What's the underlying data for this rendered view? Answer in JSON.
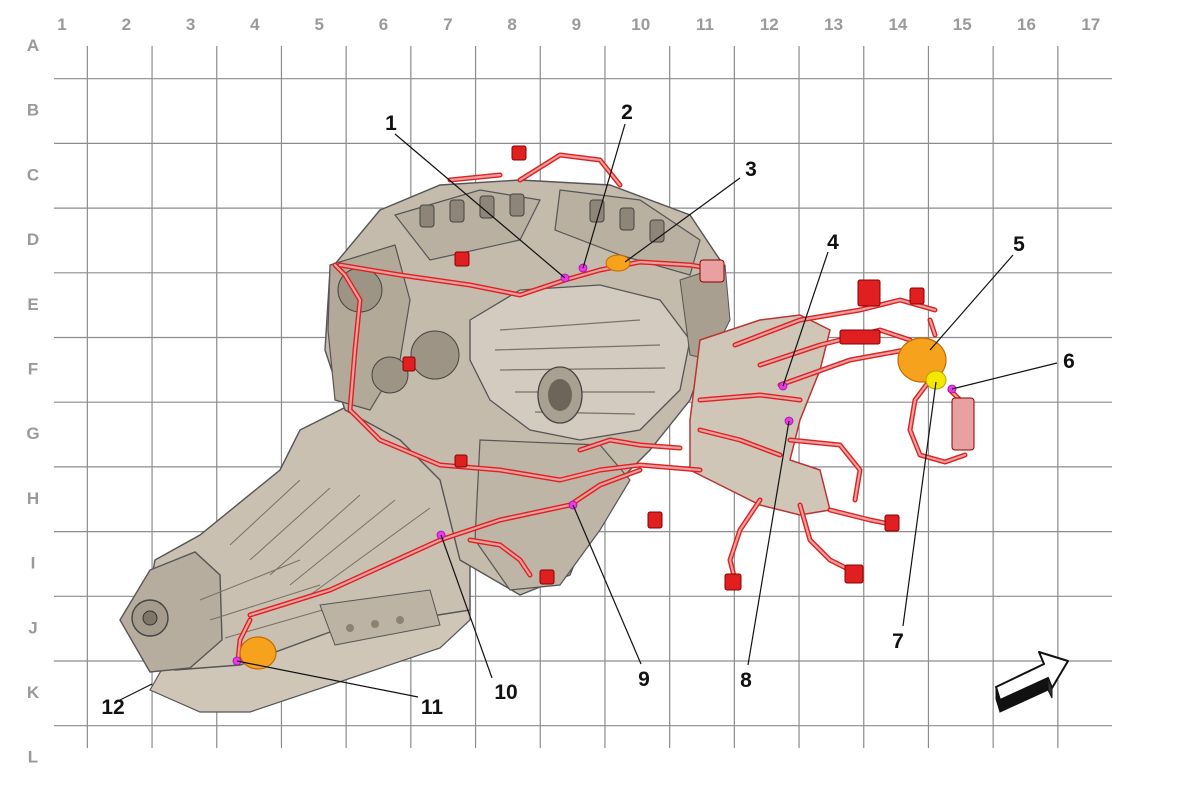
{
  "grid": {
    "columns": [
      "1",
      "2",
      "3",
      "4",
      "5",
      "6",
      "7",
      "8",
      "9",
      "10",
      "11",
      "12",
      "13",
      "14",
      "15",
      "16",
      "17"
    ],
    "rows": [
      "A",
      "B",
      "C",
      "D",
      "E",
      "F",
      "G",
      "H",
      "I",
      "J",
      "K",
      "L"
    ]
  },
  "callouts": [
    {
      "label": "1"
    },
    {
      "label": "2"
    },
    {
      "label": "3"
    },
    {
      "label": "4"
    },
    {
      "label": "5"
    },
    {
      "label": "6"
    },
    {
      "label": "7"
    },
    {
      "label": "8"
    },
    {
      "label": "9"
    },
    {
      "label": "10"
    },
    {
      "label": "11"
    },
    {
      "label": "12"
    }
  ],
  "colors": {
    "grid": "#8c8c8c",
    "component_fill": "#c9c0b2",
    "component_stroke": "#555555",
    "harness": "#e02020",
    "harness_fill": "#e8a0a0",
    "connector_highlight": "#f6a21c",
    "connector_yellow": "#f4e800",
    "node_dot": "#e838e8",
    "leader": "#111111"
  },
  "icons": [
    "front-direction-arrow-icon"
  ]
}
